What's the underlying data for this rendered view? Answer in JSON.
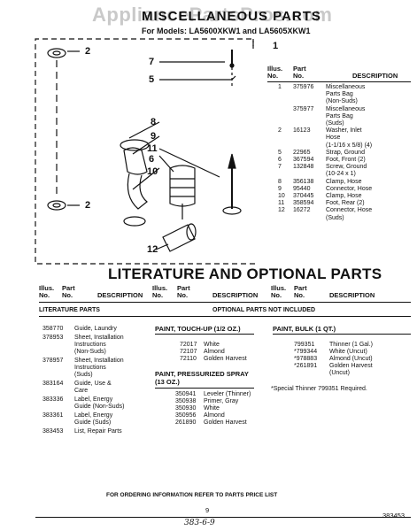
{
  "watermark": "AppliancePartsPros.com",
  "header": {
    "title": "MISCELLANEOUS PARTS",
    "models": "For Models: LA5600XKW1 and LA5605XKW1"
  },
  "diagram": {
    "callouts": [
      "1",
      "7",
      "5",
      "2",
      "8",
      "9",
      "11",
      "6",
      "10",
      "2",
      "12"
    ]
  },
  "misc_table": {
    "headers": {
      "illus": "Illus.",
      "illus_no": "No.",
      "part": "Part",
      "part_no": "No.",
      "desc": "DESCRIPTION"
    },
    "rows": [
      {
        "illus": "1",
        "part": "375976",
        "desc": [
          "Miscellaneous",
          "Parts Bag",
          "(Non-Suds)"
        ]
      },
      {
        "illus": "",
        "part": "375977",
        "desc": [
          "Miscellaneous",
          "Parts Bag",
          "(Suds)"
        ]
      },
      {
        "illus": "2",
        "part": "16123",
        "desc": [
          "Washer, Inlet",
          "Hose",
          "(1-1/16 x 5/8) (4)"
        ]
      },
      {
        "illus": "5",
        "part": "22965",
        "desc": [
          "Strap, Ground"
        ]
      },
      {
        "illus": "6",
        "part": "367594",
        "desc": [
          "Foot, Front (2)"
        ]
      },
      {
        "illus": "7",
        "part": "132848",
        "desc": [
          "Screw, Ground",
          "(10-24 x 1)"
        ]
      },
      {
        "illus": "8",
        "part": "356138",
        "desc": [
          "Clamp, Hose"
        ]
      },
      {
        "illus": "9",
        "part": "95440",
        "desc": [
          "Connector, Hose"
        ]
      },
      {
        "illus": "10",
        "part": "370445",
        "desc": [
          "Clamp, Hose"
        ]
      },
      {
        "illus": "11",
        "part": "358594",
        "desc": [
          "Foot, Rear (2)"
        ]
      },
      {
        "illus": "12",
        "part": "16272",
        "desc": [
          "Connector, Hose",
          "(Suds)"
        ]
      }
    ]
  },
  "literature": {
    "title": "LITERATURE AND OPTIONAL PARTS",
    "col_headers": {
      "illus": "Illus.",
      "illus_no": "No.",
      "part": "Part",
      "part_no": "No.",
      "desc": "DESCRIPTION"
    },
    "literature_parts_label": "LITERATURE PARTS",
    "literature_parts": [
      {
        "part": "358770",
        "desc": [
          "Guide, Laundry"
        ]
      },
      {
        "part": "378953",
        "desc": [
          "Sheet, Installation",
          "Instructions",
          "(Non-Suds)"
        ]
      },
      {
        "part": "378957",
        "desc": [
          "Sheet, Installation",
          "Instructions",
          "(Suds)"
        ]
      },
      {
        "part": "383164",
        "desc": [
          "Guide, Use &",
          "Care"
        ]
      },
      {
        "part": "383336",
        "desc": [
          "Label, Energy",
          "Guide (Non-Suds)"
        ]
      },
      {
        "part": "383361",
        "desc": [
          "Label, Energy",
          "Guide (Suds)"
        ]
      },
      {
        "part": "383453",
        "desc": [
          "List, Repair Parts"
        ]
      }
    ],
    "optional_label": "OPTIONAL PARTS NOT INCLUDED",
    "touch_up": {
      "label": "PAINT, TOUCH-UP (1/2 OZ.)",
      "items": [
        {
          "part": "72017",
          "desc": "White"
        },
        {
          "part": "72107",
          "desc": "Almond"
        },
        {
          "part": "72110",
          "desc": "Golden Harvest"
        }
      ]
    },
    "spray": {
      "label": [
        "PAINT, PRESSURIZED SPRAY",
        "(13 OZ.)"
      ],
      "items": [
        {
          "part": "350941",
          "desc": "Leveler (Thinner)"
        },
        {
          "part": "350938",
          "desc": "Primer, Gray"
        },
        {
          "part": "350930",
          "desc": "White"
        },
        {
          "part": "350956",
          "desc": "Almond"
        },
        {
          "part": "261890",
          "desc": "Golden Harvest"
        }
      ]
    },
    "bulk": {
      "label": "PAINT, BULK (1 QT.)",
      "items": [
        {
          "part": "799351",
          "desc": "Thinner (1 Gal.)"
        },
        {
          "part": "*799344",
          "desc": "White (Uncut)"
        },
        {
          "part": "*978883",
          "desc": "Almond (Uncut)"
        },
        {
          "part": "*261891",
          "desc": "Golden Harvest"
        },
        {
          "part": "",
          "desc": "(Uncut)"
        }
      ],
      "note": "*Special Thinner 799351 Required."
    }
  },
  "footer": {
    "ordering": "FOR ORDERING INFORMATION REFER TO PARTS PRICE LIST",
    "page_number": "9",
    "doc_number": "383453",
    "handwritten": "383-6-9"
  }
}
